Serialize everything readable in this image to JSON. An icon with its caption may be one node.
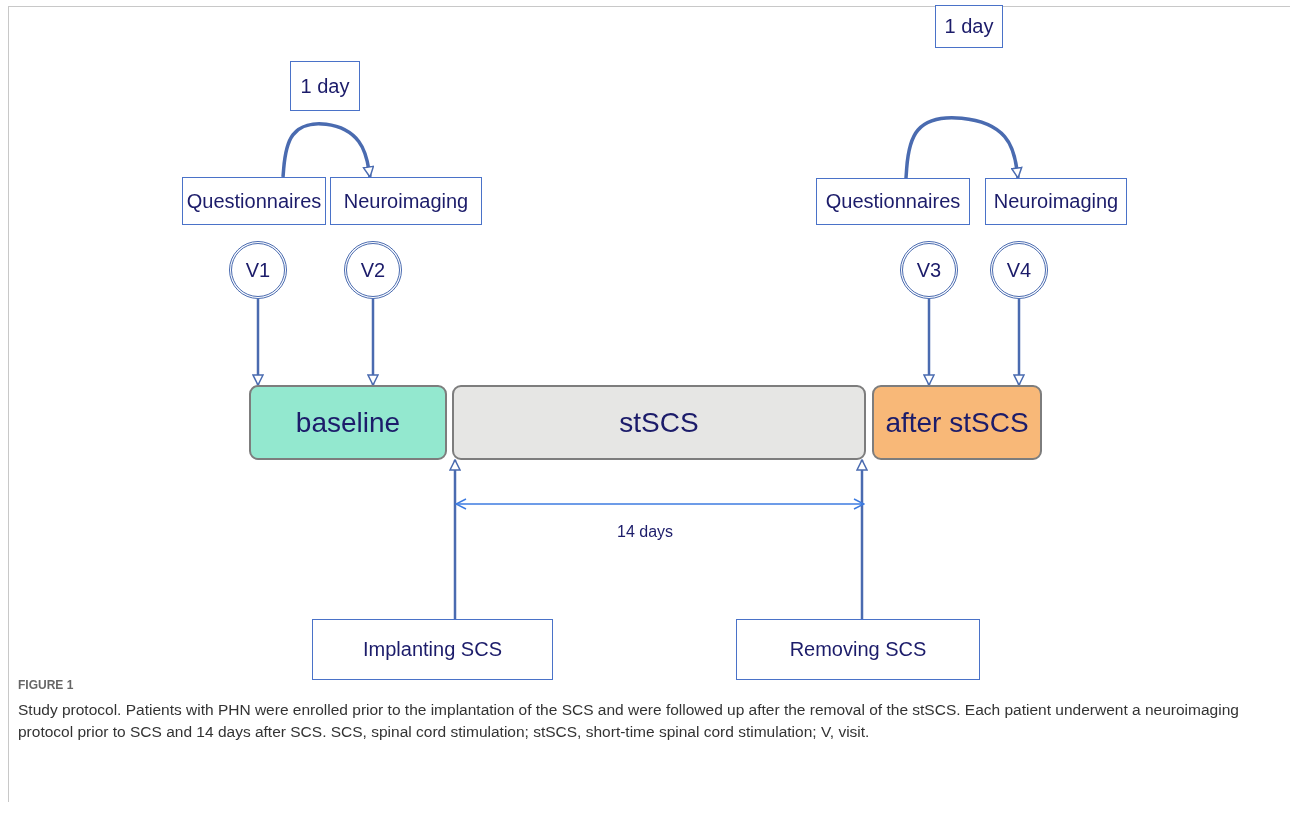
{
  "diagram": {
    "title": "FIGURE 1",
    "caption": "Study protocol. Patients with PHN were enrolled prior to the implantation of the SCS and were followed up after the removal of the stSCS. Each patient underwent a neuroimaging protocol prior to SCS and 14 days after SCS. SCS, spinal cord stimulation; stSCS, short-time spinal cord stimulation; V, visit.",
    "nodes": [
      {
        "text": [
          "1 day"
        ]
      },
      {
        "text": [
          "Questionnaires"
        ]
      },
      {
        "text": [
          "Neuroimaging"
        ]
      },
      {
        "text": [
          "V1"
        ]
      },
      {
        "text": [
          "V2"
        ]
      },
      {
        "text": [
          "baseline"
        ]
      },
      {
        "text": [
          "stSCS"
        ]
      },
      {
        "text": [
          "after stSCS"
        ]
      },
      {
        "text": [
          "1 day"
        ]
      },
      {
        "text": [
          "Questionnaires"
        ]
      },
      {
        "text": [
          "Neuroimaging"
        ]
      },
      {
        "text": [
          "V3"
        ]
      },
      {
        "text": [
          "V4"
        ]
      },
      {
        "text": [
          "Implanting SCS"
        ]
      },
      {
        "text": [
          "Removing SCS"
        ]
      }
    ],
    "edges": [
      {
        "from": 1,
        "to": 2,
        "arrow": "to"
      },
      {
        "from": 3,
        "to": 5,
        "arrow": "to"
      },
      {
        "from": 4,
        "to": 5,
        "arrow": "to"
      },
      {
        "from": 9,
        "to": 10,
        "arrow": "to"
      },
      {
        "from": 11,
        "to": 7,
        "arrow": "to"
      },
      {
        "from": 12,
        "to": 7,
        "arrow": "to"
      },
      {
        "from": 13,
        "to": 6,
        "arrow": "to"
      },
      {
        "from": 14,
        "to": 6,
        "arrow": "to"
      }
    ],
    "labels": [
      "14 days"
    ]
  }
}
